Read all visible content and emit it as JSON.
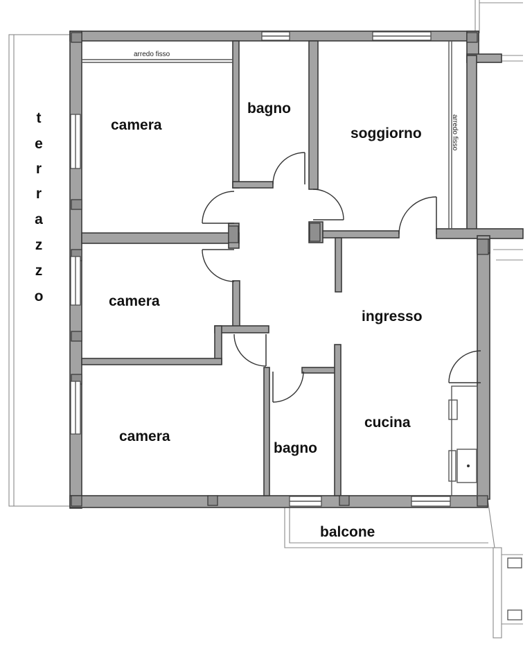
{
  "rooms": {
    "camera_1": "camera",
    "camera_2": "camera",
    "camera_3": "camera",
    "bagno_1": "bagno",
    "bagno_2": "bagno",
    "soggiorno": "soggiorno",
    "ingresso": "ingresso",
    "cucina": "cucina",
    "balcone": "balcone"
  },
  "terrazzo_letters": [
    "t",
    "e",
    "r",
    "r",
    "a",
    "z",
    "z",
    "o"
  ],
  "labels": {
    "arredo_fisso_top": "arredo fisso",
    "arredo_fisso_side": "arredo fisso"
  },
  "colors": {
    "wall": "#a3a3a3",
    "wall_outline": "#3a3a3a",
    "background": "#ffffff"
  }
}
